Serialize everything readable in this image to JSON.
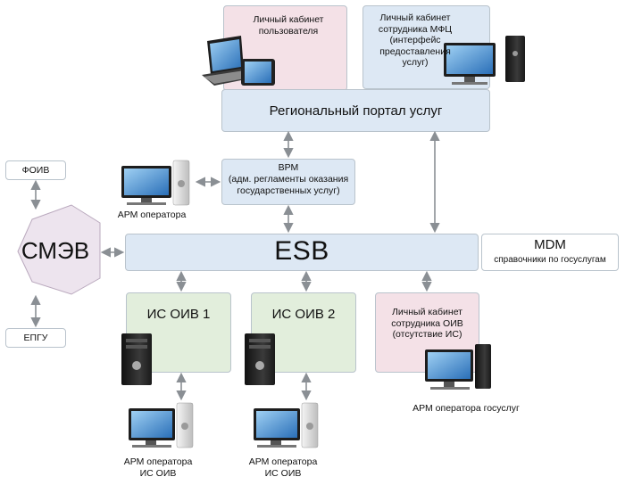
{
  "portal": {
    "title": "Региональный портал услуг",
    "user_cabinet": "Личный кабинет\nпользователя",
    "mfc_cabinet": "Личный кабинет\nсотрудника МФЦ\n(интерфейс\nпредоставления\nуслуг)"
  },
  "vrm": {
    "title": "ВРМ",
    "subtitle": "(адм. регламенты оказания\nгосударственных услуг)",
    "operator_label": "АРМ оператора"
  },
  "smev": {
    "label": "СМЭВ",
    "foiv": "ФОИВ",
    "epgu": "ЕПГУ"
  },
  "esb": {
    "label": "ESB"
  },
  "mdm": {
    "title": "MDM",
    "subtitle": "справочники по госуслугам"
  },
  "is_oiv_1": {
    "title": "ИС ОИВ 1",
    "operator_label": "АРМ оператора\nИС ОИВ"
  },
  "is_oiv_2": {
    "title": "ИС ОИВ 2",
    "operator_label": "АРМ оператора\nИС ОИВ"
  },
  "oiv_cabinet": {
    "title": "Личный кабинет\nсотрудника ОИВ\n(отсутствие ИС)",
    "operator_label": "АРМ оператора госуслуг"
  },
  "colors": {
    "blue_fill": "#dde8f4",
    "pink_fill": "#f4e1e7",
    "green_fill": "#e2eedc",
    "arrow": "#8a8f94"
  }
}
